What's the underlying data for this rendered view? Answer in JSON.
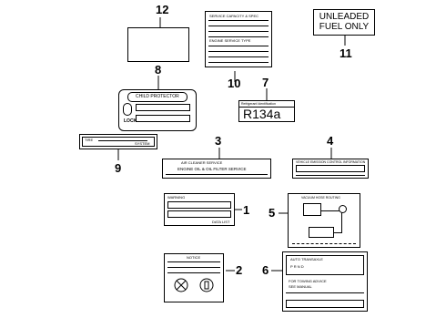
{
  "callouts": {
    "c1": "1",
    "c2": "2",
    "c3": "3",
    "c4": "4",
    "c5": "5",
    "c6": "6",
    "c7": "7",
    "c8": "8",
    "c9": "9",
    "c10": "10",
    "c11": "11",
    "c12": "12"
  },
  "labels": {
    "fuel": {
      "line1": "UNLEADED",
      "line2": "FUEL ONLY"
    },
    "refrigerant": {
      "header": "Refrigerant Identification",
      "code": "R134a"
    },
    "child_protector": {
      "title": "CHILD PROTECTOR",
      "lock": "LOCK"
    },
    "service_cap": {
      "title": "SERVICE CAPACITY & SPEC",
      "sub": "ENGINE SERVICE TYPE"
    },
    "tire": {
      "left": "TIRE",
      "right": "SYSTEM"
    },
    "air_cleaner": {
      "title": "AIR CLEANER SERVICE",
      "sub": "ENGINE OIL & OIL FILTER SERVICE"
    },
    "emission": {
      "header": "VEHICLE EMISSION CONTROL INFORMATION"
    },
    "part1": {
      "head": "WARNING",
      "foot": "DATA LIST"
    },
    "airbag": {
      "title": "NOTICE"
    },
    "part5": {
      "header": "VACUUM HOSE ROUTING"
    },
    "part6": {
      "a": "AUTO TRANSAXLE",
      "b": "P R N D",
      "c": "FOR TOWING ADVICE",
      "d": "SEE MANUAL"
    }
  },
  "colors": {
    "ink": "#000000",
    "background": "#ffffff"
  }
}
